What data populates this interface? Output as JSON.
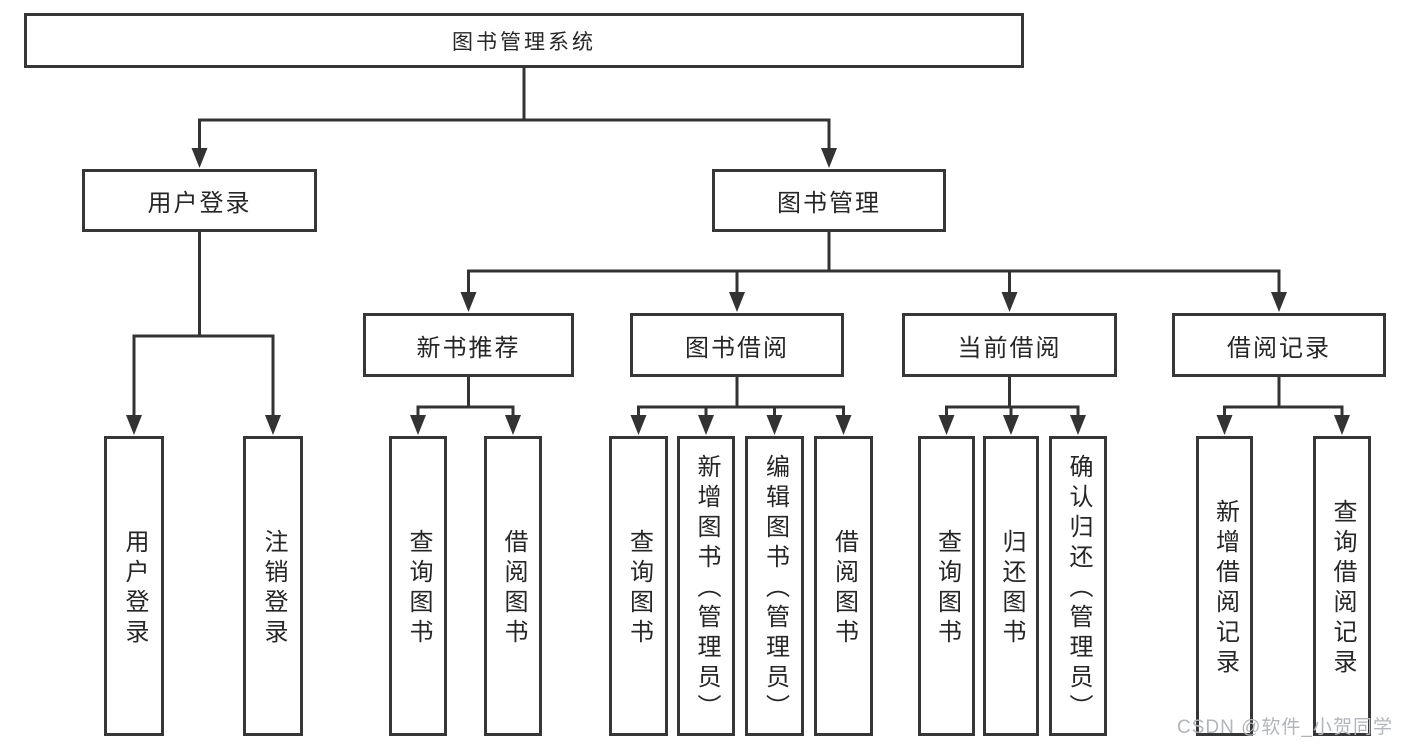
{
  "diagram": {
    "nodes": [
      {
        "id": "root",
        "label": "图书管理系统",
        "parent": null,
        "orientation": "horizontal"
      },
      {
        "id": "user_login",
        "label": "用户登录",
        "parent": "root",
        "orientation": "horizontal"
      },
      {
        "id": "book_mgmt",
        "label": "图书管理",
        "parent": "root",
        "orientation": "horizontal"
      },
      {
        "id": "nbr",
        "label": "新书推荐",
        "parent": "book_mgmt",
        "orientation": "horizontal"
      },
      {
        "id": "bb",
        "label": "图书借阅",
        "parent": "book_mgmt",
        "orientation": "horizontal"
      },
      {
        "id": "cb",
        "label": "当前借阅",
        "parent": "book_mgmt",
        "orientation": "horizontal"
      },
      {
        "id": "br",
        "label": "借阅记录",
        "parent": "book_mgmt",
        "orientation": "horizontal"
      },
      {
        "id": "ul_login",
        "label": "用户登录",
        "parent": "user_login",
        "orientation": "vertical"
      },
      {
        "id": "ul_logout",
        "label": "注销登录",
        "parent": "user_login",
        "orientation": "vertical"
      },
      {
        "id": "nbr_query",
        "label": "查询图书",
        "parent": "nbr",
        "orientation": "vertical"
      },
      {
        "id": "nbr_borrow",
        "label": "借阅图书",
        "parent": "nbr",
        "orientation": "vertical"
      },
      {
        "id": "bb_query",
        "label": "查询图书",
        "parent": "bb",
        "orientation": "vertical"
      },
      {
        "id": "bb_add",
        "label": "新增图书（管理员）",
        "parent": "bb",
        "orientation": "vertical"
      },
      {
        "id": "bb_edit",
        "label": "编辑图书（管理员）",
        "parent": "bb",
        "orientation": "vertical"
      },
      {
        "id": "bb_borrow",
        "label": "借阅图书",
        "parent": "bb",
        "orientation": "vertical"
      },
      {
        "id": "cb_query",
        "label": "查询图书",
        "parent": "cb",
        "orientation": "vertical"
      },
      {
        "id": "cb_return",
        "label": "归还图书",
        "parent": "cb",
        "orientation": "vertical"
      },
      {
        "id": "cb_confirm",
        "label": "确认归还（管理员）",
        "parent": "cb",
        "orientation": "vertical"
      },
      {
        "id": "br_add",
        "label": "新增借阅记录",
        "parent": "br",
        "orientation": "vertical"
      },
      {
        "id": "br_query",
        "label": "查询借阅记录",
        "parent": "br",
        "orientation": "vertical"
      }
    ],
    "colors": {
      "line": "#333333",
      "box_border": "#363636",
      "text": "#262626",
      "background": "#ffffff",
      "watermark": "#b2b6ba"
    }
  },
  "watermark": {
    "text": "CSDN @软件_小贺同学"
  }
}
